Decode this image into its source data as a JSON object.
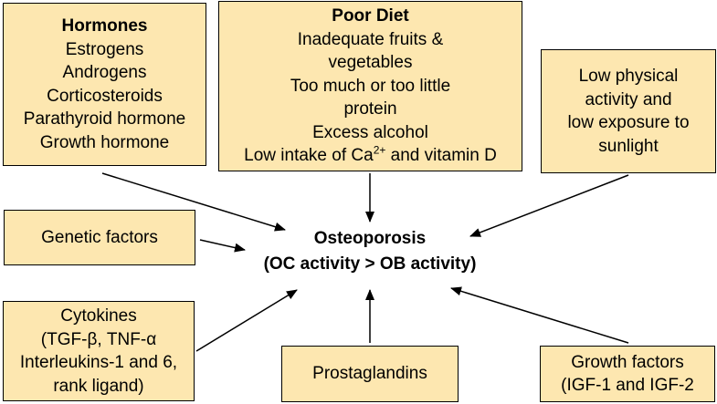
{
  "hormones": {
    "title": "Hormones",
    "items": [
      "Estrogens",
      "Androgens",
      "Corticosteroids",
      "Parathyroid hormone",
      "Growth hormone"
    ]
  },
  "poor_diet": {
    "title": "Poor Diet",
    "lines": [
      "Inadequate fruits &",
      "vegetables",
      "Too much or too little",
      "protein",
      "Excess alcohol"
    ],
    "last_line_prefix": "Low intake of Ca",
    "last_line_sup": "2+",
    "last_line_suffix": " and vitamin D"
  },
  "physical": {
    "lines": [
      "Low physical",
      "activity and",
      "low exposure to",
      "sunlight"
    ]
  },
  "genetic": {
    "label": "Genetic factors"
  },
  "cytokines": {
    "lines": [
      "Cytokines",
      "(TGF-β, TNF-α",
      "Interleukins-1 and 6,",
      "rank ligand)"
    ]
  },
  "prostaglandins": {
    "label": "Prostaglandins"
  },
  "growth_factors": {
    "lines": [
      "Growth factors",
      "(IGF-1 and IGF-2"
    ]
  },
  "center": {
    "title": "Osteoporosis",
    "subtitle": "(OC activity > OB activity)"
  }
}
